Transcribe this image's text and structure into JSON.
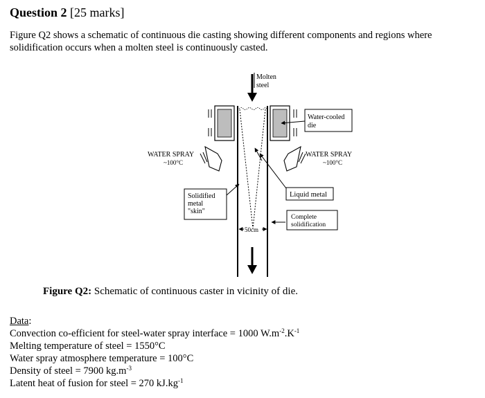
{
  "question": {
    "number_label": "Question 2",
    "marks": "[25 marks]",
    "text": "Figure Q2 shows a schematic of continuous die casting showing different components and regions where solidification occurs when a molten steel is continuously casted."
  },
  "figure": {
    "labels": {
      "molten_steel_1": "Molten",
      "molten_steel_2": "steel",
      "water_cooled_die_1": "Water-cooled",
      "water_cooled_die_2": "die",
      "water_spray_left_1": "WATER SPRAY",
      "water_spray_left_2": "~100°C",
      "water_spray_right_1": "WATER SPRAY",
      "water_spray_right_2": "~100°C",
      "solidified_1": "Solidified",
      "solidified_2": "metal",
      "solidified_3": "\"skin\"",
      "liquid_metal": "Liquid metal",
      "complete_1": "Complete",
      "complete_2": "solidification",
      "width": "50cm"
    },
    "caption_bold": "Figure Q2:",
    "caption_text": " Schematic of continuous caster in vicinity of die."
  },
  "data": {
    "header": "Data",
    "header_colon": ":",
    "convection_prefix": "Convection co-efficient for steel-water spray interface = 1000 W.m",
    "convection_exp1": "-2",
    "convection_mid": ".K",
    "convection_exp2": "-1",
    "melting": "Melting temperature of steel = 1550°C",
    "water_spray_temp": "Water spray atmosphere temperature = 100°C",
    "density_prefix": "Density of steel = 7900 kg.m",
    "density_exp": "-3",
    "latent_prefix": "Latent heat of fusion for steel = 270 kJ.kg",
    "latent_exp": "-1"
  }
}
